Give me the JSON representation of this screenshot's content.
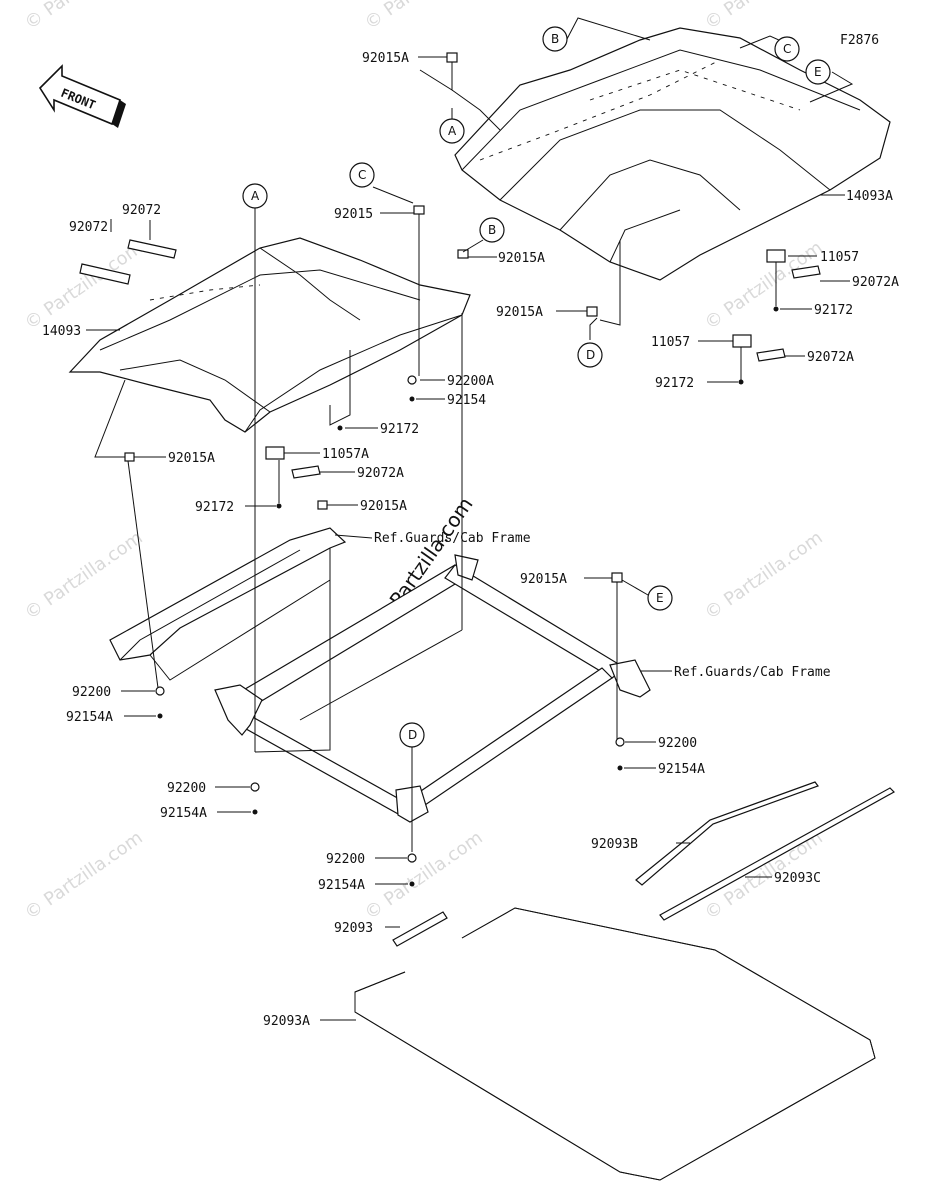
{
  "figure_id": "F2876",
  "front_label": "FRONT",
  "watermark": "© Partzilla.com",
  "callouts": {
    "A": "A",
    "B": "B",
    "C": "C",
    "D": "D",
    "E": "E"
  },
  "parts": {
    "p92015A_a": "92015A",
    "p92015_c": "92015",
    "p92015A_b": "92015A",
    "p92015A_d": "92015A",
    "p14093A": "14093A",
    "p11057_r1": "11057",
    "p92072A_r1": "92072A",
    "p92172_r1": "92172",
    "p11057_r2": "11057",
    "p92072A_r2": "92072A",
    "p92172_r2": "92172",
    "p92072_l1": "92072",
    "p92072_l2": "92072",
    "p14093": "14093",
    "p92200A": "92200A",
    "p92154": "92154",
    "p92172_l": "92172",
    "p92015A_l": "92015A",
    "p11057A": "11057A",
    "p92072A_l": "92072A",
    "p92172_l2": "92172",
    "p92015A_l2": "92015A",
    "p92015A_e": "92015A",
    "p92200_l": "92200",
    "p92154A_l": "92154A",
    "p92200_m": "92200",
    "p92154A_m": "92154A",
    "p92200_r": "92200",
    "p92154A_r": "92154A",
    "p92200_d": "92200",
    "p92154A_d": "92154A",
    "p92093B": "92093B",
    "p92093C": "92093C",
    "p92093": "92093",
    "p92093A": "92093A"
  },
  "refs": {
    "ref_upper": "Ref.Guards/Cab Frame",
    "ref_lower": "Ref.Guards/Cab Frame"
  }
}
